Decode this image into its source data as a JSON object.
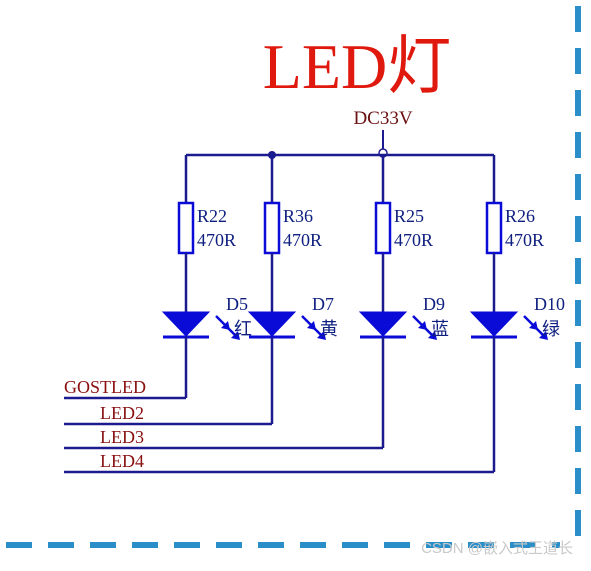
{
  "title": "LED灯",
  "power": {
    "label": "DC33V"
  },
  "resistors": [
    {
      "ref": "R22",
      "value": "470R"
    },
    {
      "ref": "R36",
      "value": "470R"
    },
    {
      "ref": "R25",
      "value": "470R"
    },
    {
      "ref": "R26",
      "value": "470R"
    }
  ],
  "leds": [
    {
      "ref": "D5",
      "color_label": "红"
    },
    {
      "ref": "D7",
      "color_label": "黄"
    },
    {
      "ref": "D9",
      "color_label": "蓝"
    },
    {
      "ref": "D10",
      "color_label": "绿"
    }
  ],
  "nets": [
    "GOSTLED",
    "LED2",
    "LED3",
    "LED4"
  ],
  "watermark": "CSDN @嵌入式王道长",
  "colors": {
    "title": "#e0190f",
    "wire": "#1b1b8f",
    "component": "#0b0bd8",
    "label": "#102080",
    "net_label": "#8a1010",
    "border": "#2a8fc8"
  }
}
